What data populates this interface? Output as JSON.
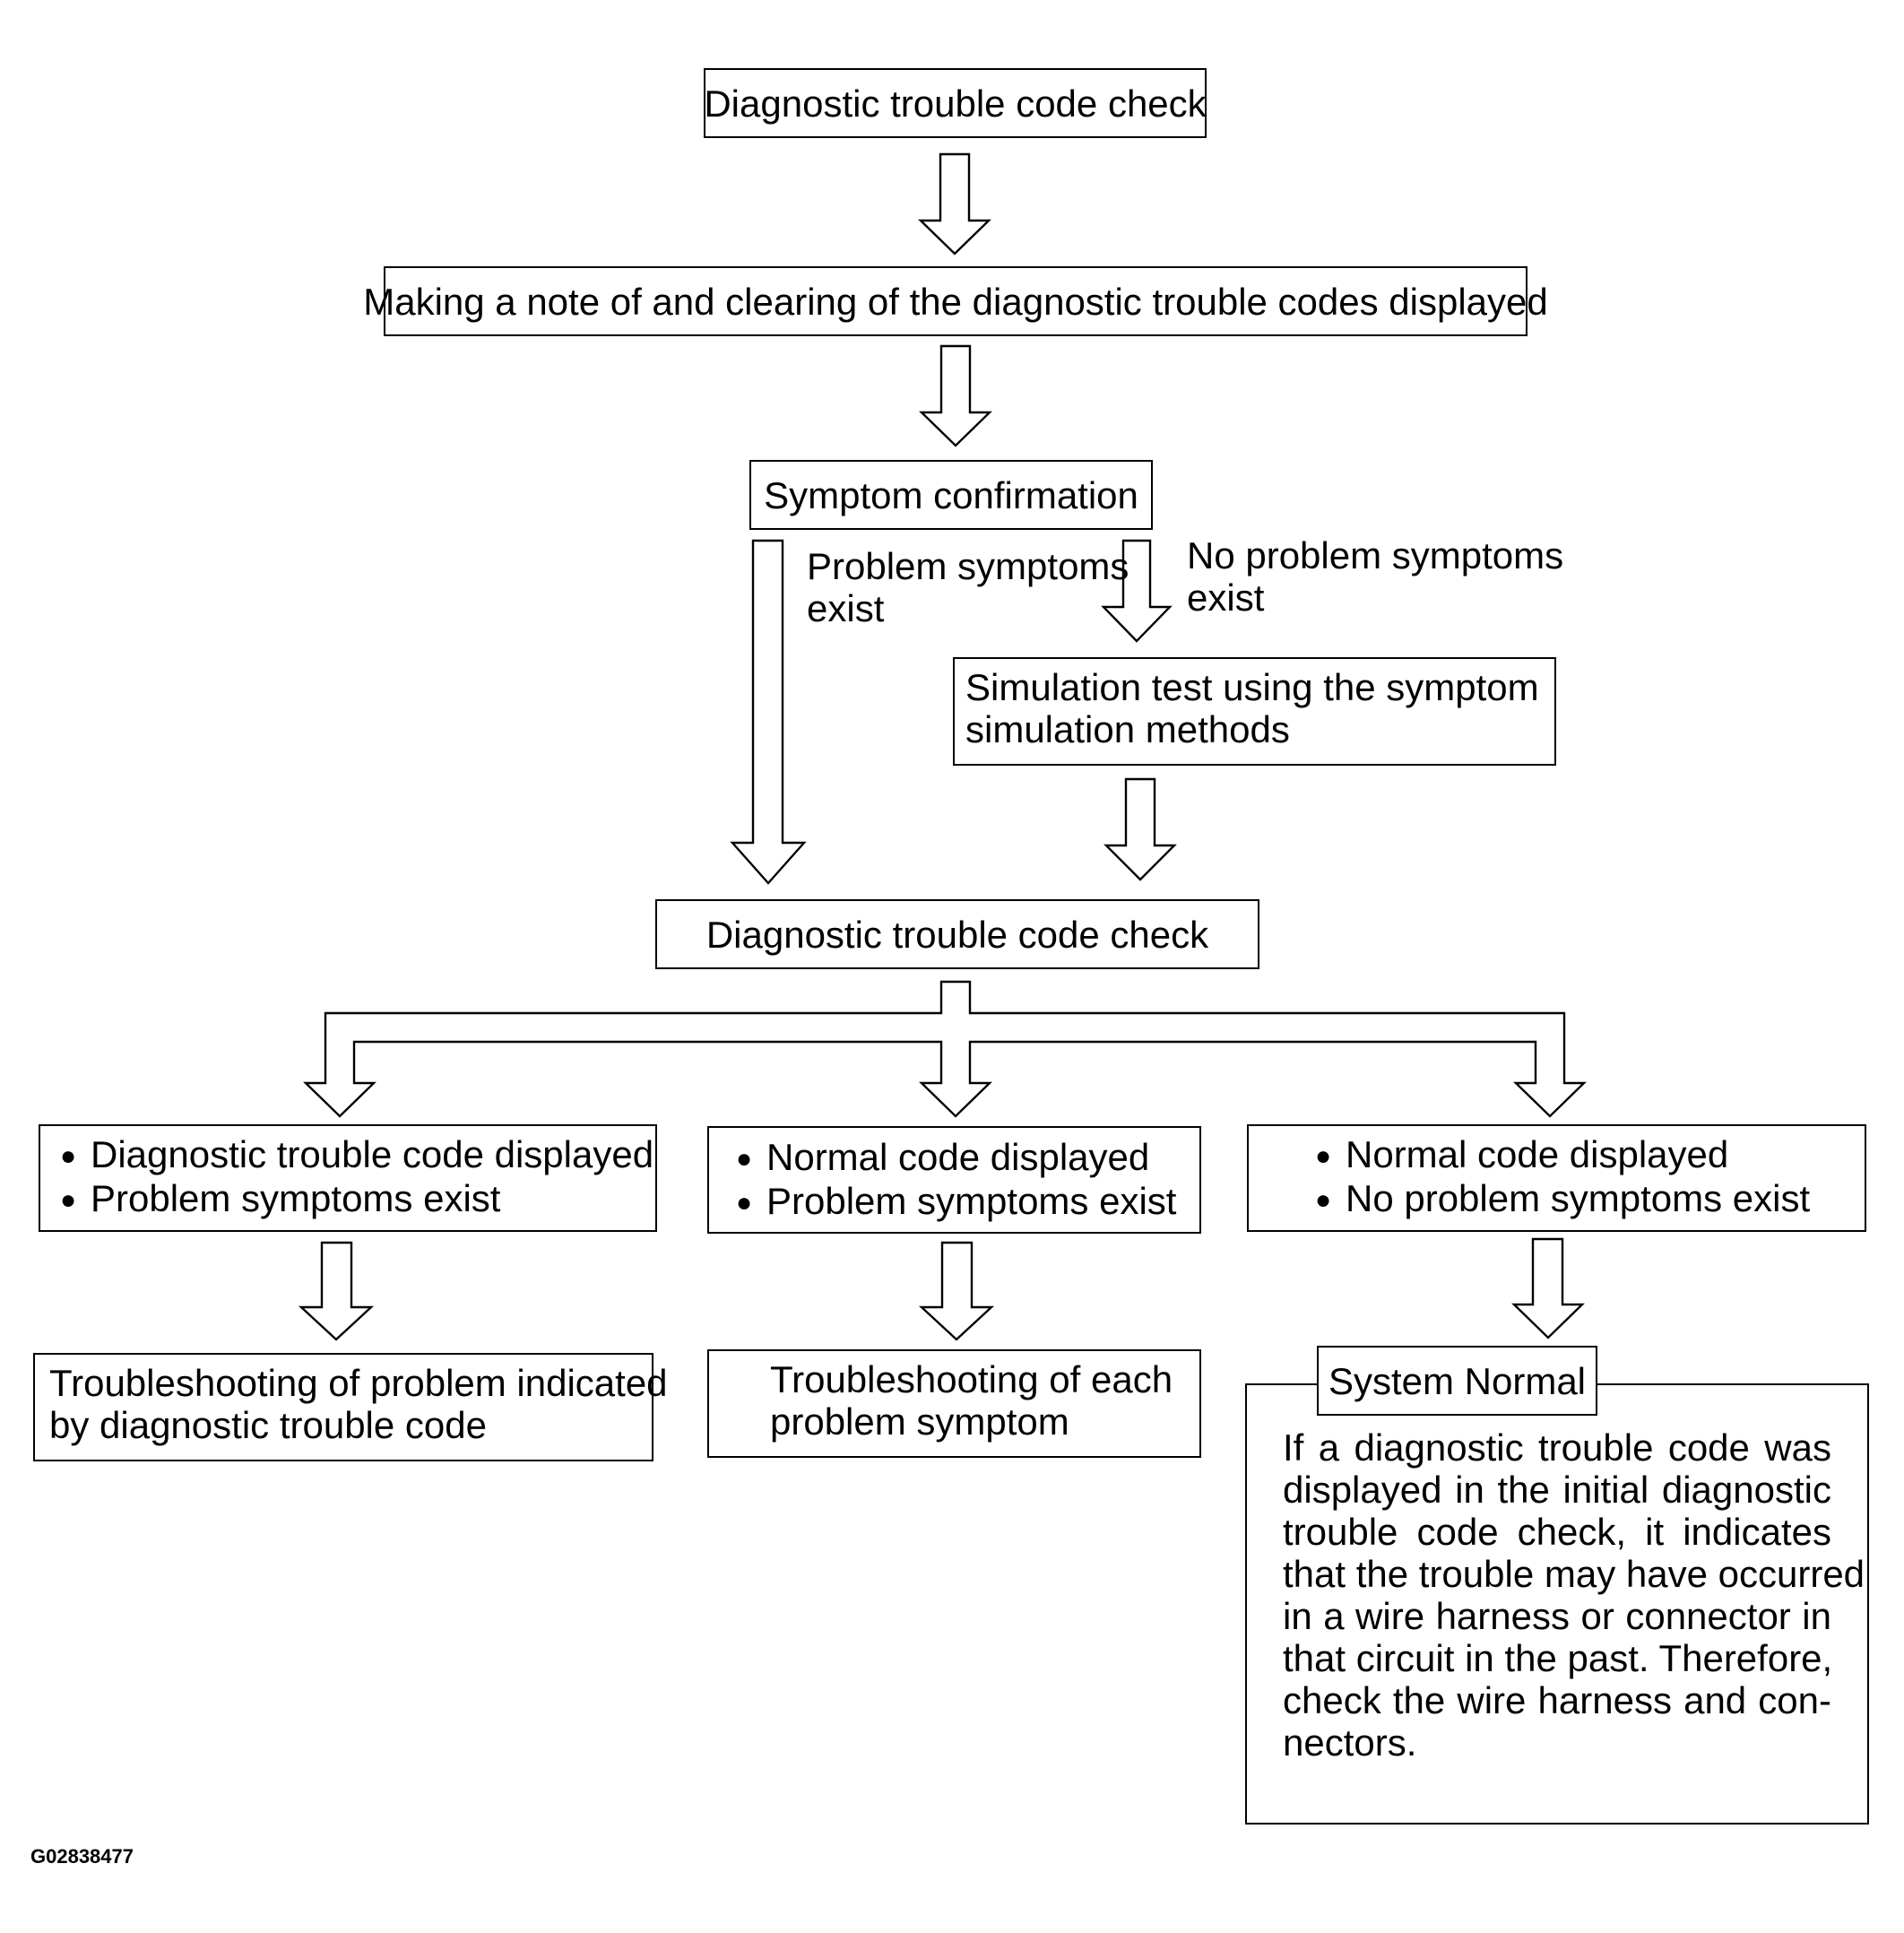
{
  "nodes": {
    "dtc_check_initial": "Diagnostic trouble code check",
    "note_and_clear": "Making a note of and clearing of the diagnostic trouble codes displayed",
    "symptom_confirmation": "Symptom confirmation",
    "simulation_test": {
      "lines": [
        "Simulation test using the symptom",
        "simulation methods"
      ]
    },
    "dtc_check_second": "Diagnostic trouble code check",
    "case_dtc": {
      "bullets": [
        "Diagnostic trouble code displayed",
        "Problem symptoms exist"
      ]
    },
    "case_normal_problem": {
      "bullets": [
        "Normal code displayed",
        "Problem symptoms exist"
      ]
    },
    "case_normal_no_problem": {
      "bullets": [
        "Normal code displayed",
        "No problem symptoms exist"
      ]
    },
    "troubleshoot_dtc": {
      "lines": [
        "Troubleshooting of problem indicated",
        "by diagnostic trouble code"
      ]
    },
    "troubleshoot_symptom": {
      "lines": [
        "Troubleshooting of each",
        "problem symptom"
      ]
    },
    "system_normal": {
      "title": "System Normal",
      "body_lines": [
        "If a diagnostic trouble code was",
        "displayed in the initial diagnostic",
        "trouble code check, it indicates",
        "that the trouble may have occurred",
        "in a wire harness or connector in",
        "that circuit in the past. Therefore,",
        "check the wire harness and con-",
        "nectors."
      ]
    }
  },
  "edge_labels": {
    "problem_exist": [
      "Problem symptoms",
      "exist"
    ],
    "no_problem_exist": [
      "No problem symptoms",
      "exist"
    ]
  },
  "figure_id": "G02838477"
}
